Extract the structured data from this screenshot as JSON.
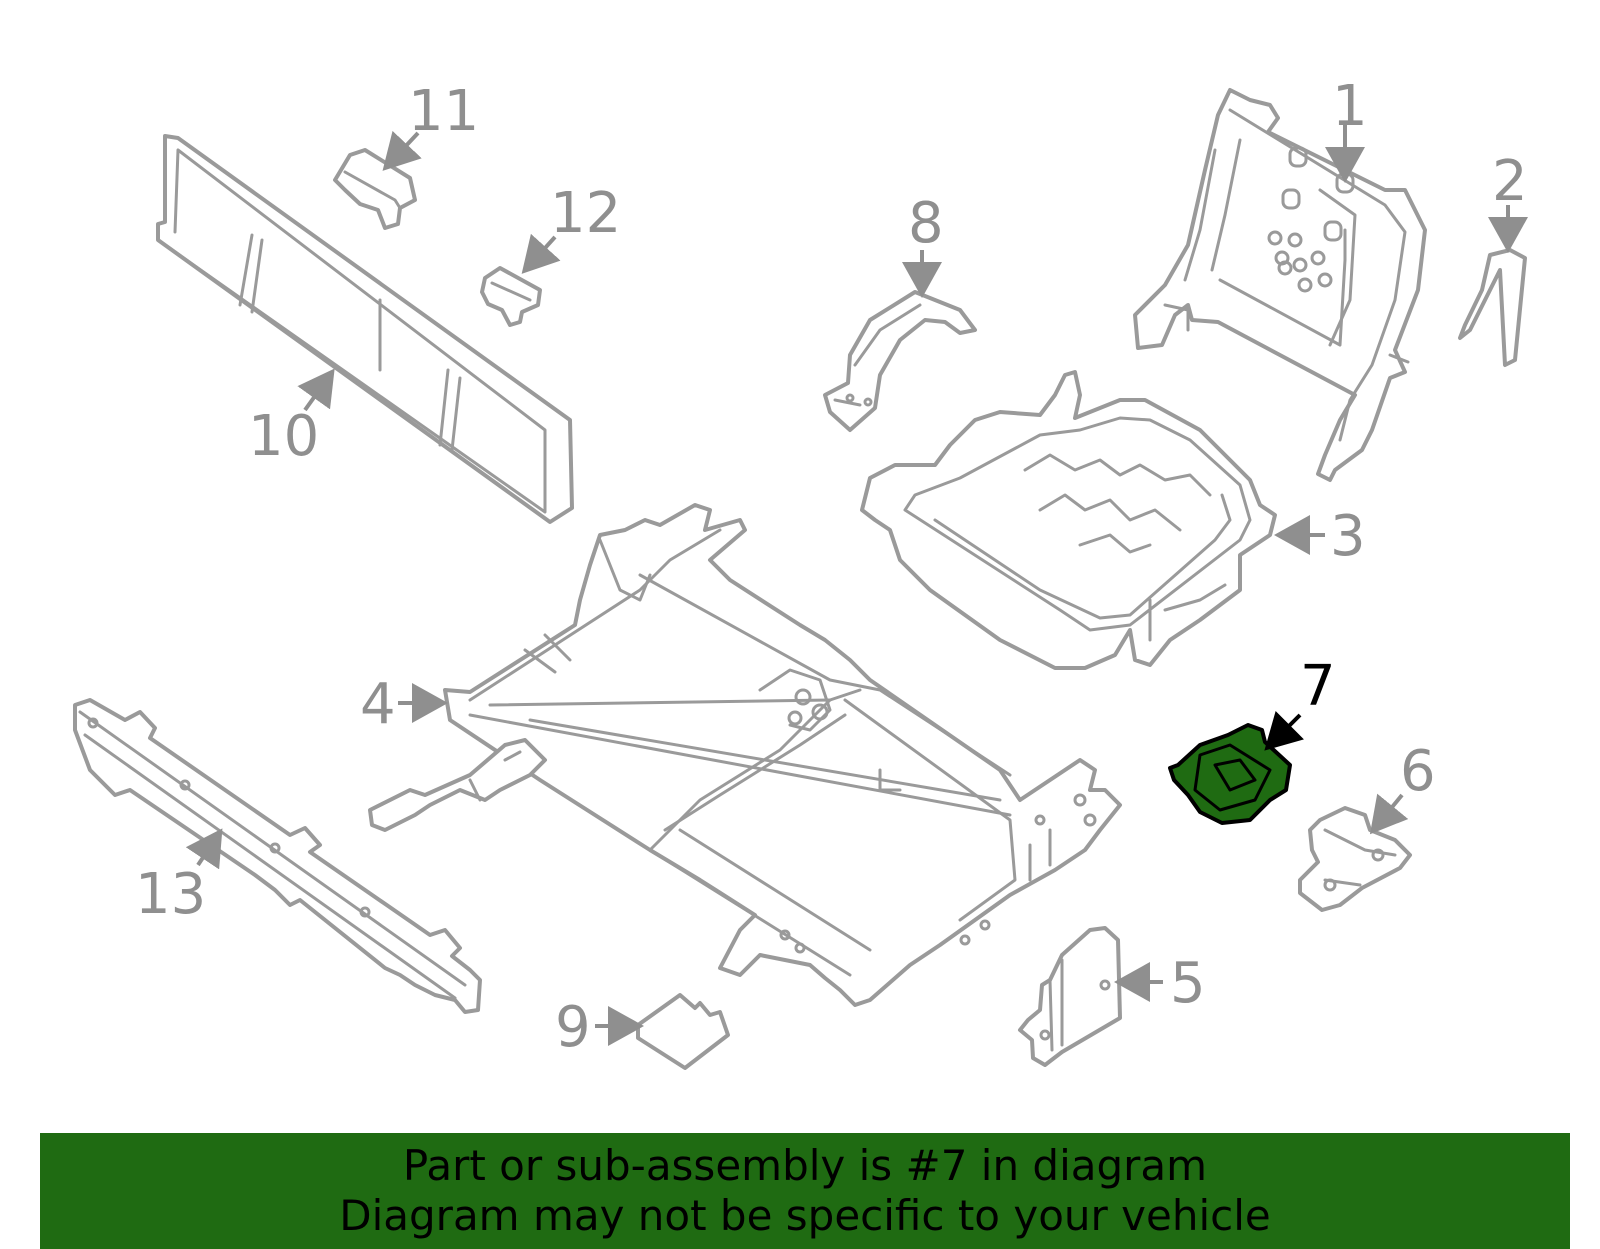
{
  "highlight_color": "#1f6b12",
  "outline_color": "#9a9a9a",
  "callouts": {
    "c1": "1",
    "c2": "2",
    "c3": "3",
    "c4": "4",
    "c5": "5",
    "c6": "6",
    "c7": "7",
    "c8": "8",
    "c9": "9",
    "c10": "10",
    "c11": "11",
    "c12": "12",
    "c13": "13"
  },
  "highlighted_part": "7",
  "footer": {
    "line1": "Part or sub-assembly is #7 in diagram",
    "line2": "Diagram may not be specific to your vehicle"
  }
}
